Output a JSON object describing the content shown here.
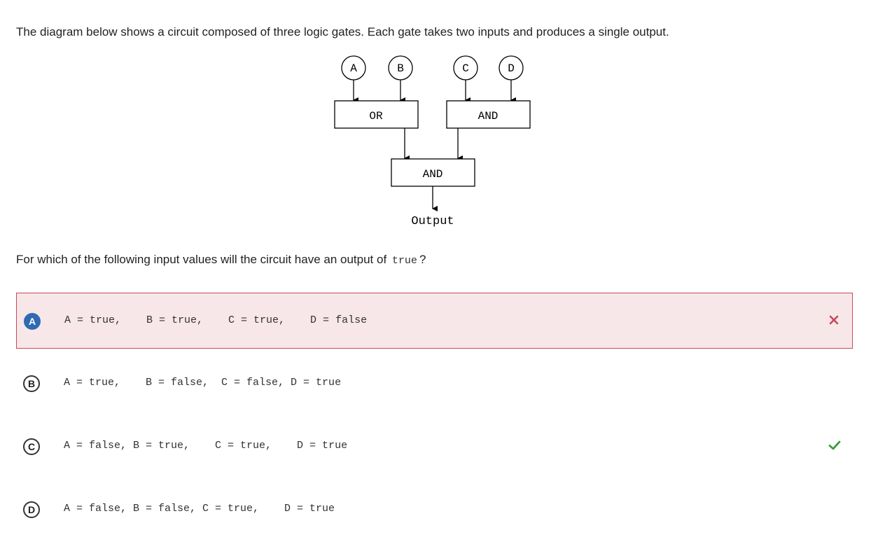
{
  "question": {
    "intro": "The diagram below shows a circuit composed of three logic gates. Each gate takes two inputs and produces a single output.",
    "prompt_before": "For which of the following input values will the circuit have an output of",
    "prompt_code": "true",
    "prompt_after": "?"
  },
  "diagram": {
    "inputs": [
      "A",
      "B",
      "C",
      "D"
    ],
    "gate_left": "OR",
    "gate_right": "AND",
    "gate_bottom": "AND",
    "output_label": "Output"
  },
  "options": [
    {
      "letter": "A",
      "text": "A = true,    B = true,    C = true,    D = false",
      "state": "selected-incorrect",
      "mark": "x-icon"
    },
    {
      "letter": "B",
      "text": "A = true,    B = false,  C = false, D = true",
      "state": "none",
      "mark": ""
    },
    {
      "letter": "C",
      "text": "A = false, B = true,    C = true,    D = true",
      "state": "correct",
      "mark": "check-icon"
    },
    {
      "letter": "D",
      "text": "A = false, B = false, C = true,    D = true",
      "state": "none",
      "mark": ""
    }
  ],
  "colors": {
    "selected_bg": "#f7e7e8",
    "selected_border": "#c9485c",
    "badge_selected": "#2f6bb3",
    "wrong": "#c9485c",
    "correct": "#3a9b3a"
  }
}
